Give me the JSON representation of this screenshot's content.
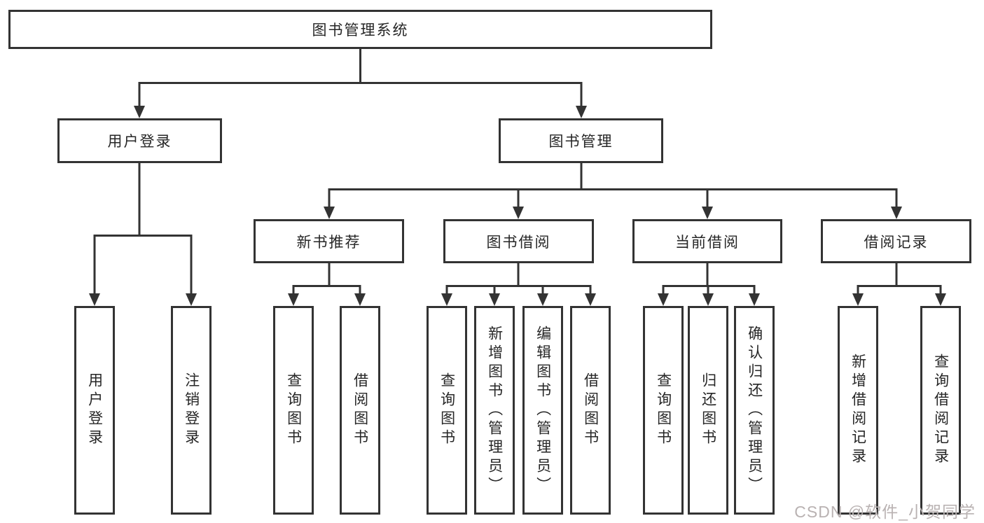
{
  "diagram": {
    "title_node": "图书管理系统",
    "level2": {
      "user_login_group": "用户登录",
      "book_mgmt_group": "图书管理"
    },
    "level3": {
      "new_books": "新书推荐",
      "book_borrow": "图书借阅",
      "current_borrow": "当前借阅",
      "borrow_records": "借阅记录"
    },
    "leaves": [
      "用户登录",
      "注销登录",
      "查询图书",
      "借阅图书",
      "查询图书",
      "新增图书（管理员）",
      "编辑图书（管理员）",
      "借阅图书",
      "查询图书",
      "归还图书",
      "确认归还（管理员）",
      "新增借阅记录",
      "查询借阅记录"
    ]
  },
  "watermark": "CSDN @软件_小贺同学",
  "colors": {
    "line": "#333333",
    "box_border": "#333333",
    "box_fill": "#ffffff",
    "text": "#262626",
    "watermark": "#b9b2b2"
  }
}
